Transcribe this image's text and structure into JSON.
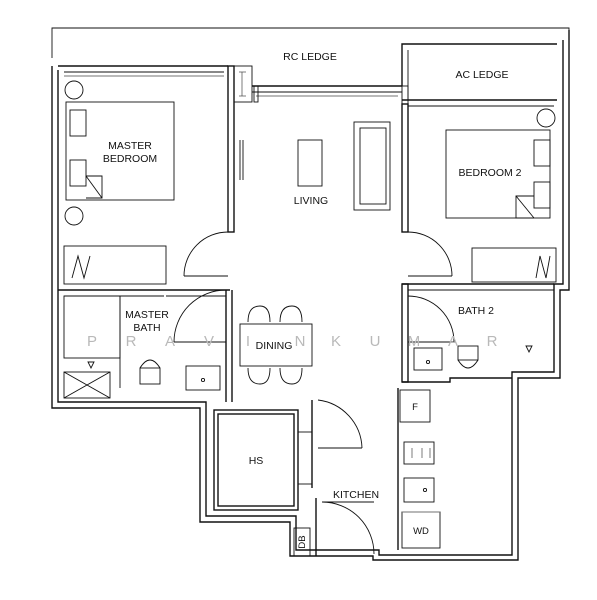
{
  "rooms": {
    "rc_ledge": "RC LEDGE",
    "ac_ledge": "AC LEDGE",
    "master_bedroom_line1": "MASTER",
    "master_bedroom_line2": "BEDROOM",
    "living": "LIVING",
    "bedroom_2": "BEDROOM 2",
    "master_bath_line1": "MASTER",
    "master_bath_line2": "BATH",
    "bath_2": "BATH 2",
    "dining": "DINING",
    "hs": "HS",
    "kitchen": "KITCHEN",
    "fridge": "F",
    "washer_dryer": "WD",
    "db": "DB"
  },
  "watermark": [
    "P",
    "R",
    "A",
    "V",
    "I",
    "N",
    "K",
    "U",
    "M",
    "A",
    "R"
  ]
}
